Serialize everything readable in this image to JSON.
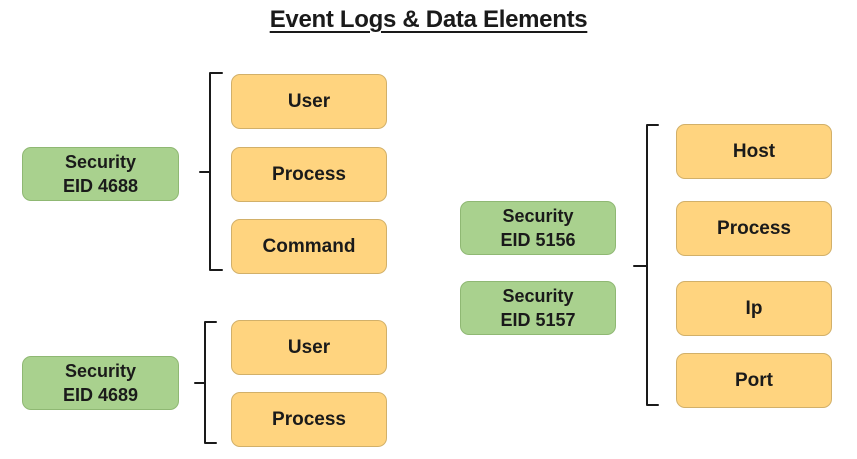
{
  "title": "Event Logs & Data Elements",
  "groups": [
    {
      "log": {
        "line1": "Security",
        "line2": "EID 4688"
      },
      "fields": [
        "User",
        "Process",
        "Command"
      ]
    },
    {
      "log": {
        "line1": "Security",
        "line2": "EID 4689"
      },
      "fields": [
        "User",
        "Process"
      ]
    },
    {
      "logs": [
        {
          "line1": "Security",
          "line2": "EID 5156"
        },
        {
          "line1": "Security",
          "line2": "EID 5157"
        }
      ],
      "fields": [
        "Host",
        "Process",
        "Ip",
        "Port"
      ]
    }
  ],
  "colors": {
    "log_box": "#a9d18e",
    "field_box": "#ffd47f",
    "bracket": "#1a1a1a"
  }
}
